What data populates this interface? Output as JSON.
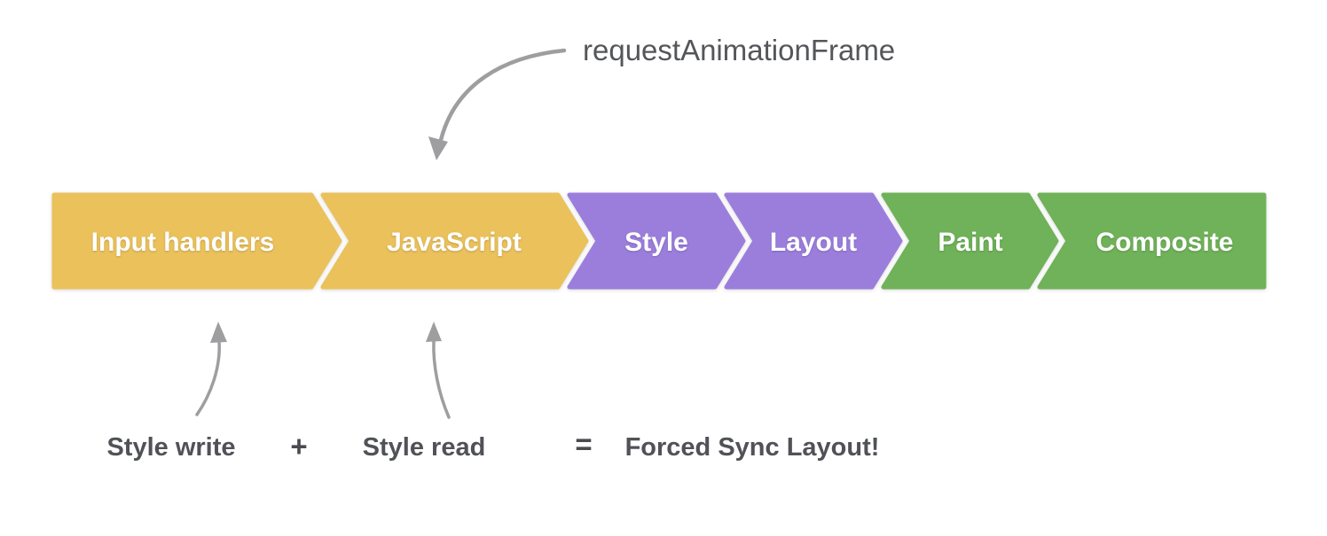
{
  "pipeline": {
    "stages": [
      {
        "label": "Input handlers",
        "color": "#EAC15B"
      },
      {
        "label": "JavaScript",
        "color": "#EAC15B"
      },
      {
        "label": "Style",
        "color": "#9B7EDC"
      },
      {
        "label": "Layout",
        "color": "#9B7EDC"
      },
      {
        "label": "Paint",
        "color": "#6FB259"
      },
      {
        "label": "Composite",
        "color": "#6FB259"
      }
    ],
    "label_text_color": "#FFFFFF"
  },
  "annotations": {
    "raf": "requestAnimationFrame",
    "style_write": "Style write",
    "plus": "+",
    "style_read": "Style read",
    "equals": "=",
    "result": "Forced Sync Layout!"
  },
  "colors": {
    "background": "#FFFFFF",
    "arrow": "#9E9EA0",
    "annotation_text": "#55565A",
    "equation_text": "#515257",
    "javascript_group": "#EAC15B",
    "rendering_group": "#9B7EDC",
    "painting_group": "#6FB259"
  }
}
